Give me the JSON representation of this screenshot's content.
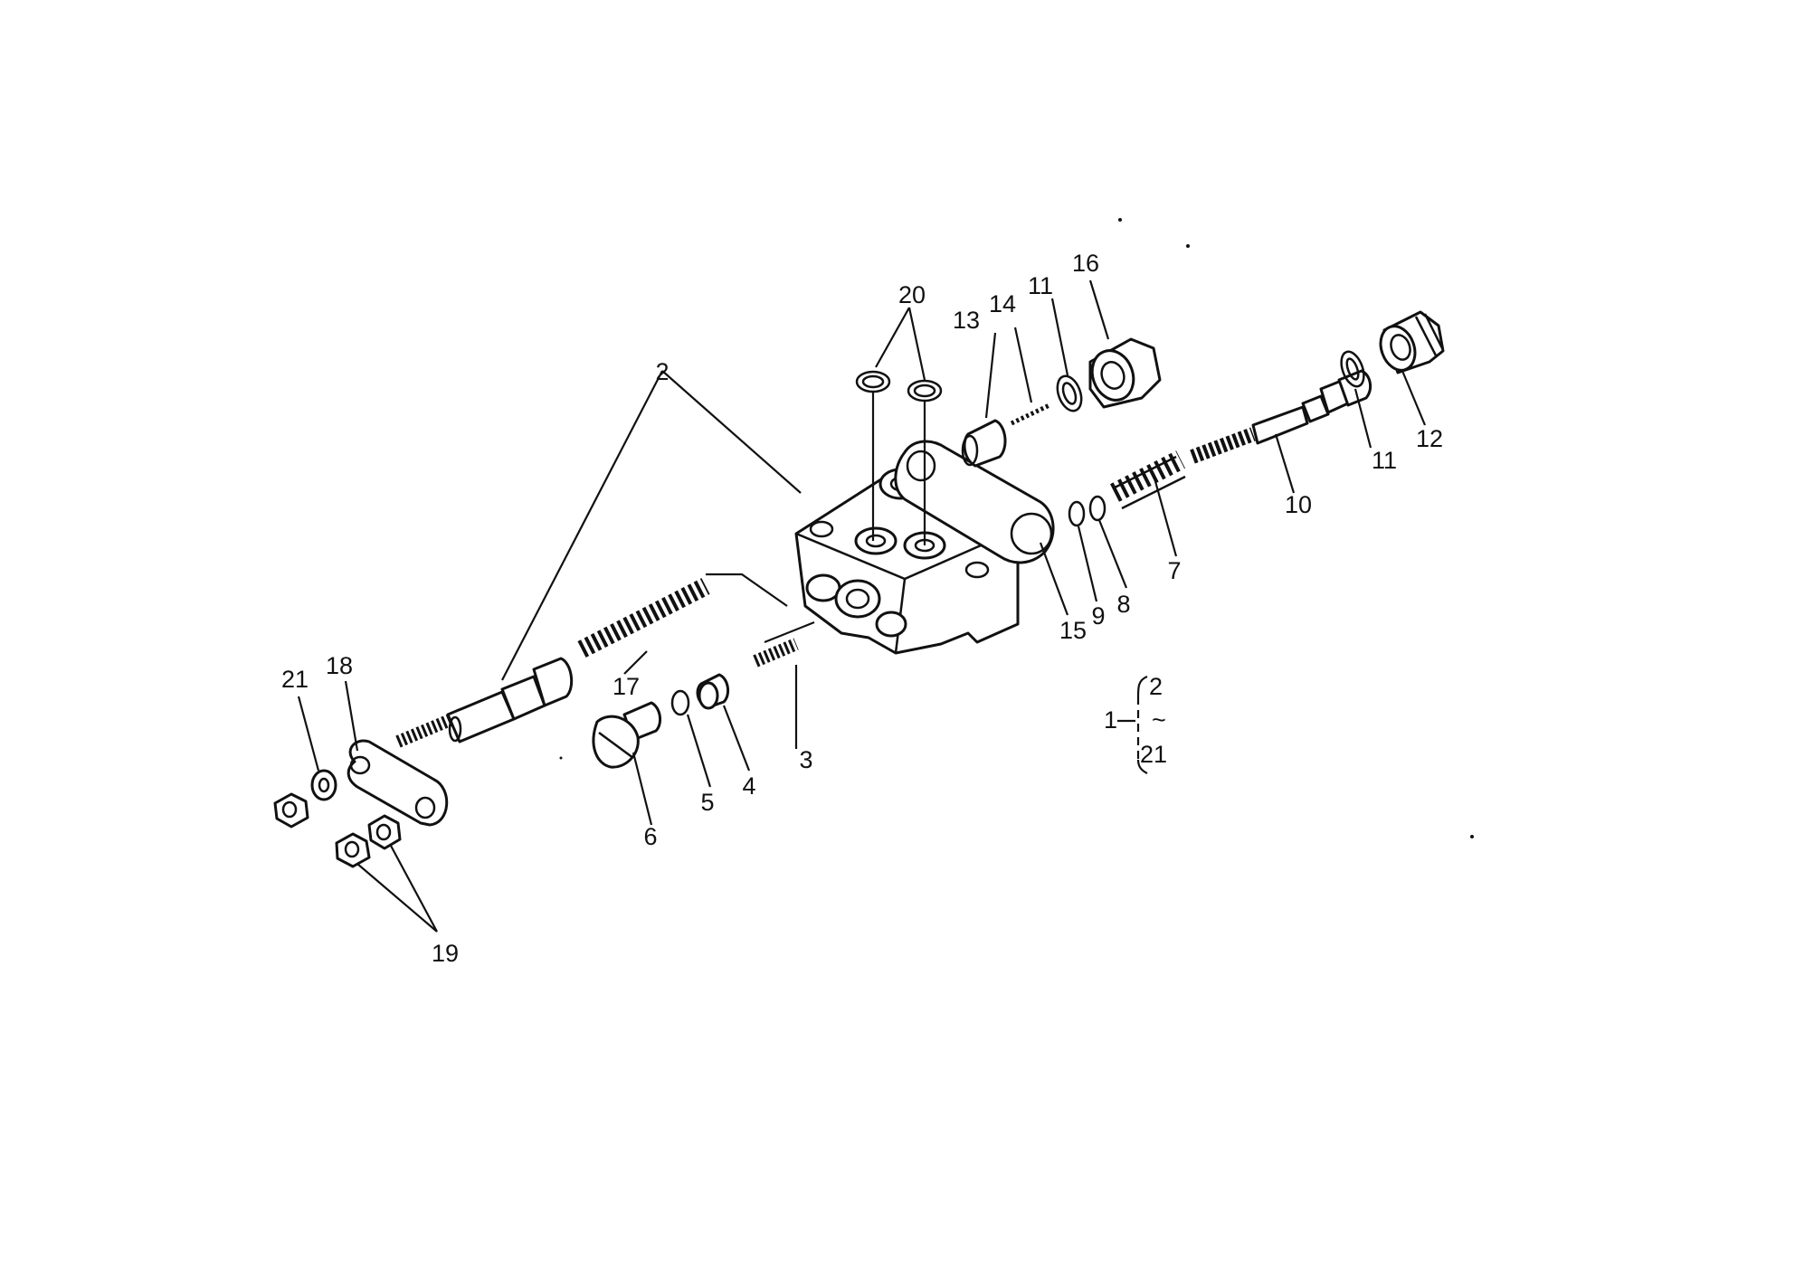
{
  "labels": {
    "p2": "2",
    "p3": "3",
    "p4": "4",
    "p5": "5",
    "p6": "6",
    "p7": "7",
    "p8": "8",
    "p9": "9",
    "p10": "10",
    "p11a": "11",
    "p11b": "11",
    "p12": "12",
    "p13": "13",
    "p14": "14",
    "p15": "15",
    "p16": "16",
    "p17": "17",
    "p18": "18",
    "p19": "19",
    "p20": "20",
    "p21": "21"
  },
  "legend": {
    "assembly": "1",
    "from": "2",
    "range_mark": "~",
    "to": "21"
  }
}
